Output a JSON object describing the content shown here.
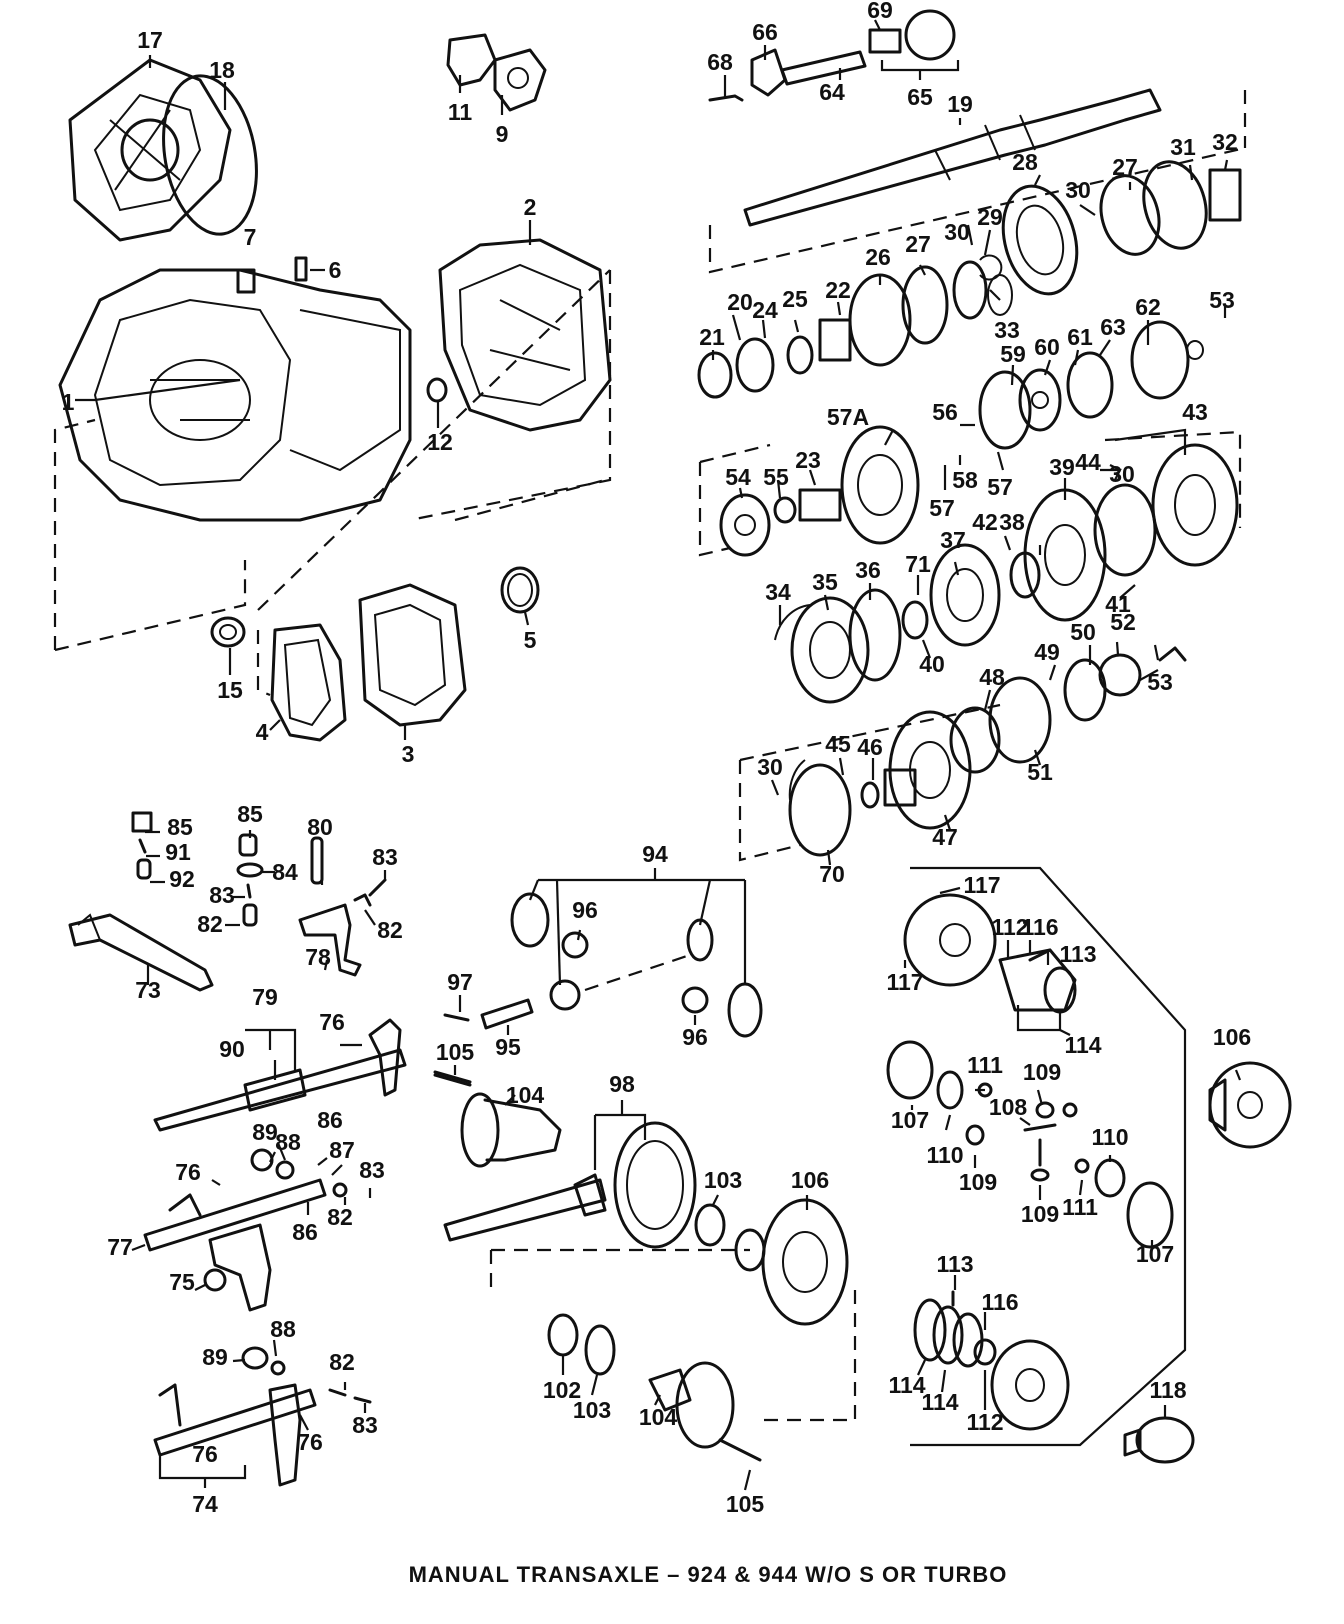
{
  "title": "MANUAL TRANSAXLE – 924 & 944 W/O S OR TURBO",
  "part_numbers": [
    "1",
    "2",
    "3",
    "4",
    "5",
    "6",
    "7",
    "9",
    "11",
    "12",
    "15",
    "17",
    "18",
    "19",
    "20",
    "21",
    "22",
    "23",
    "24",
    "25",
    "26",
    "27",
    "28",
    "29",
    "30",
    "31",
    "32",
    "33",
    "34",
    "35",
    "36",
    "37",
    "38",
    "39",
    "40",
    "41",
    "42",
    "43",
    "44",
    "45",
    "46",
    "47",
    "48",
    "49",
    "50",
    "51",
    "52",
    "53",
    "54",
    "55",
    "56",
    "57",
    "57A",
    "58",
    "59",
    "60",
    "61",
    "62",
    "63",
    "64",
    "65",
    "66",
    "68",
    "69",
    "70",
    "71",
    "73",
    "74",
    "75",
    "76",
    "77",
    "78",
    "79",
    "80",
    "82",
    "83",
    "84",
    "85",
    "86",
    "87",
    "88",
    "89",
    "90",
    "91",
    "92",
    "94",
    "95",
    "96",
    "97",
    "98",
    "102",
    "103",
    "104",
    "105",
    "106",
    "107",
    "108",
    "109",
    "110",
    "111",
    "112",
    "113",
    "114",
    "116",
    "117",
    "118"
  ]
}
